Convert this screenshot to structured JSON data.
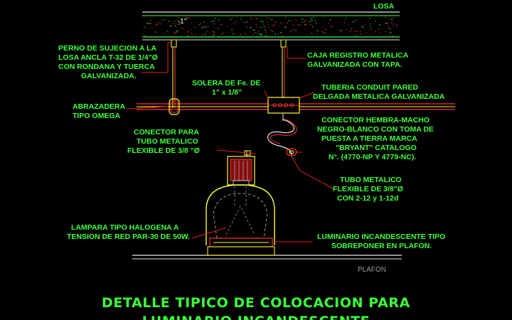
{
  "labels": {
    "losa": "LOSA",
    "perno": [
      "PERNO DE SUJECION A LA",
      "LOSA ANCLA T-32 DE 1/4\"Ø",
      "CON RONDANA Y TUERCA",
      "GALVANIZADA."
    ],
    "caja": [
      "CAJA REGISTRO METALICA",
      "GALVANIZADA CON TAPA."
    ],
    "solera": [
      "SOLERA DE Fe. DE",
      "1\" x 1/8\""
    ],
    "tuberia": [
      "TUBERIA CONDUIT PARED",
      "DELGADA METALICA GALVANIZADA"
    ],
    "abrazadera": [
      "ABRAZADERA",
      "TIPO OMEGA"
    ],
    "conector_tubo": [
      "CONECTOR PARA",
      "TUBO METALICO",
      "FLEXIBLE DE 3/8 \"Ø"
    ],
    "conector_hm": [
      "CONECTOR HEMBRA-MACHO",
      "NEGRO-BLANCO CON TOMA DE",
      "PUESTA A TIERRA MARCA",
      "\"BRYANT\" CATALOGO",
      "N°. (4770-NP Y 4779-NC)."
    ],
    "tubo_flex": [
      "TUBO METALICO",
      "FLEXIBLE DE 3/8\"Ø",
      "CON 2-12 y 1-12d"
    ],
    "lampara": [
      "LAMPARA TIPO HALOGENA A",
      "TENSION DE RED PAR-30 DE 50W."
    ],
    "luminario": [
      "LUMINARIO INCANDESCENTE TIPO",
      "SOBREPONER EN PLAFON."
    ],
    "plafon": "PLAFON",
    "slab_dim": "1\""
  },
  "title": [
    "DETALLE TIPICO DE COLOCACION PARA",
    "LUMINARIO INCANDESCENTE"
  ],
  "colors": {
    "background": "#000000",
    "text": "#3cff3c",
    "leader": "#e02020",
    "fixture": "#ffff33",
    "conduit": "#ff3333",
    "hatch": "#7a7a7a",
    "white": "#e8e8e8"
  }
}
